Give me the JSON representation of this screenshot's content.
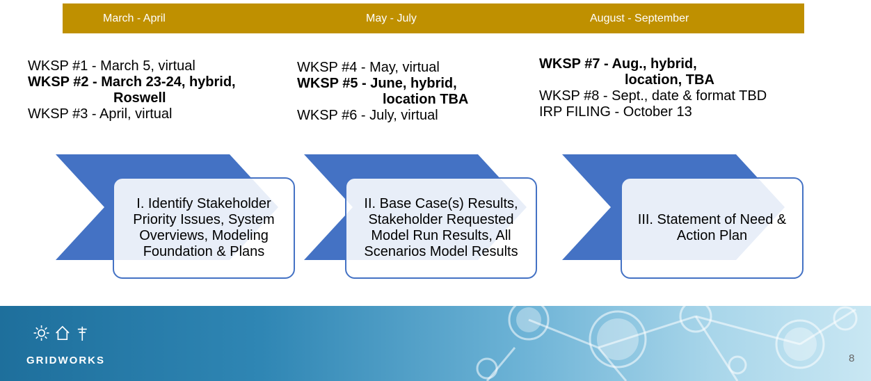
{
  "header": {
    "bar_color": "#bf9000",
    "periods": [
      "March - April",
      "May - July",
      "August - September"
    ]
  },
  "workshops": {
    "col1": [
      {
        "text": "WKSP #1 - March 5, virtual",
        "bold": false
      },
      {
        "text": "WKSP #2 - March 23-24, hybrid,",
        "bold": true
      },
      {
        "text": "Roswell",
        "bold": true
      },
      {
        "text": "WKSP #3 - April, virtual",
        "bold": false
      }
    ],
    "col2": [
      {
        "text": "WKSP #4 - May, virtual",
        "bold": false
      },
      {
        "text": "WKSP #5 - June, hybrid,",
        "bold": true
      },
      {
        "text": "location TBA",
        "bold": true
      },
      {
        "text": "WKSP #6 - July, virtual",
        "bold": false
      }
    ],
    "col3": [
      {
        "text": "WKSP #7 - Aug., hybrid,",
        "bold": true
      },
      {
        "text": "location, TBA",
        "bold": true
      },
      {
        "text": "WKSP #8 - Sept., date & format TBD",
        "bold": false
      },
      {
        "text": "IRP FILING - October 13",
        "bold": false
      }
    ]
  },
  "stages": [
    {
      "label": "I. Identify Stakeholder Priority Issues, System Overviews, Modeling Foundation & Plans"
    },
    {
      "label": "II. Base Case(s) Results, Stakeholder Requested Model Run Results, All Scenarios Model Results"
    },
    {
      "label": "III. Statement of Need & Action Plan"
    }
  ],
  "colors": {
    "chevron": "#4472c4",
    "box_border": "#4472c4"
  },
  "footer": {
    "logo_text": "GRIDWORKS",
    "logo_icons": [
      "sun-icon",
      "house-icon",
      "power-pole-icon"
    ],
    "page_number": "8"
  }
}
